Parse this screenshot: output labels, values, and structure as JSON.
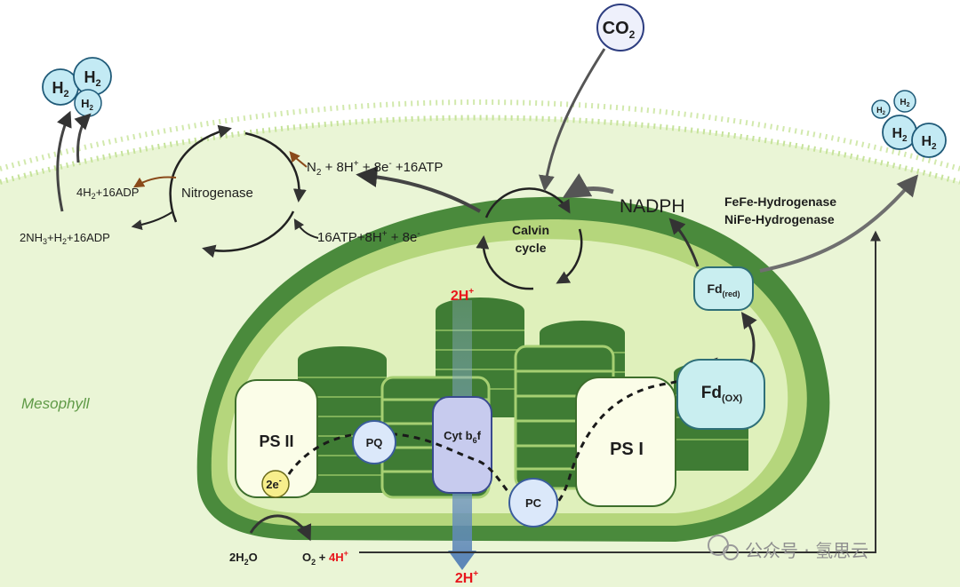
{
  "labels": {
    "mesophyll": "Mesophyll",
    "nitrogenase": "Nitrogenase",
    "calvin_line1": "Calvin",
    "calvin_line2": "cycle",
    "nadph": "NADPH",
    "hydrogenase_1": "FeFe-Hydrogenase",
    "hydrogenase_2": "NiFe-Hydrogenase",
    "co2": "CO",
    "co2_sub": "2",
    "ps2": "PS II",
    "ps1": "PS I",
    "pq": "PQ",
    "pc": "PC",
    "cyt_main": "Cyt b",
    "cyt_sub": "6",
    "cyt_tail": "f",
    "two_e": "2e",
    "two_e_sup": "-",
    "fd_red": "Fd",
    "fd_red_sub": "(red)",
    "fd_ox": "Fd",
    "fd_ox_sub": "(OX)",
    "h_top": "2H",
    "h_bottom": "2H",
    "h_sup": "+",
    "water": "2H",
    "water_sub": "2",
    "water_tail": "O",
    "oxygen": "O",
    "oxygen_sub": "2",
    "oxygen_plus": " + ",
    "four_h": "4H",
    "four_h_sup": "+",
    "h2_letter": "H",
    "h2_sub": "2",
    "reaction_n2": "N",
    "reaction_n2_sub": "2",
    "reaction_n2_mid": " + 8H",
    "reaction_n2_sup1": "+",
    "reaction_n2_mid2": " + 8e",
    "reaction_n2_sup2": "-",
    "reaction_n2_tail": " +16ATP",
    "reaction_atp_a": "16ATP+8H",
    "reaction_atp_sup1": "+",
    "reaction_atp_b": " + 8e",
    "reaction_atp_sup2": "-",
    "reaction_h2adp_a": "4H",
    "reaction_h2adp_sub": "2",
    "reaction_h2adp_b": "+16ADP",
    "reaction_nh3_a": "2NH",
    "reaction_nh3_sub1": "3",
    "reaction_nh3_b": "+H",
    "reaction_nh3_sub2": "2",
    "reaction_nh3_c": "+16ADP",
    "watermark": "公众号 · 氢思云"
  },
  "colors": {
    "leaf_bg": "#eaf5d6",
    "membrane_dot": "#cde6a6",
    "chloroplast_outer": "#4a8a3c",
    "chloroplast_inner": "#b5d67c",
    "stroma": "#dff0bb",
    "grana": "#3f7c34",
    "grana_light": "#a6cf72",
    "ps_fill": "#fbfde8",
    "cyt_fill": "#c7cbee",
    "carrier_fill": "#dbe8fa",
    "fd_fill": "#c9eef0",
    "h2_fill": "#c3eaf4",
    "electron_fill": "#f7ee8c",
    "proton_arrow": "#7ba0c9",
    "red": "#e8151b"
  }
}
